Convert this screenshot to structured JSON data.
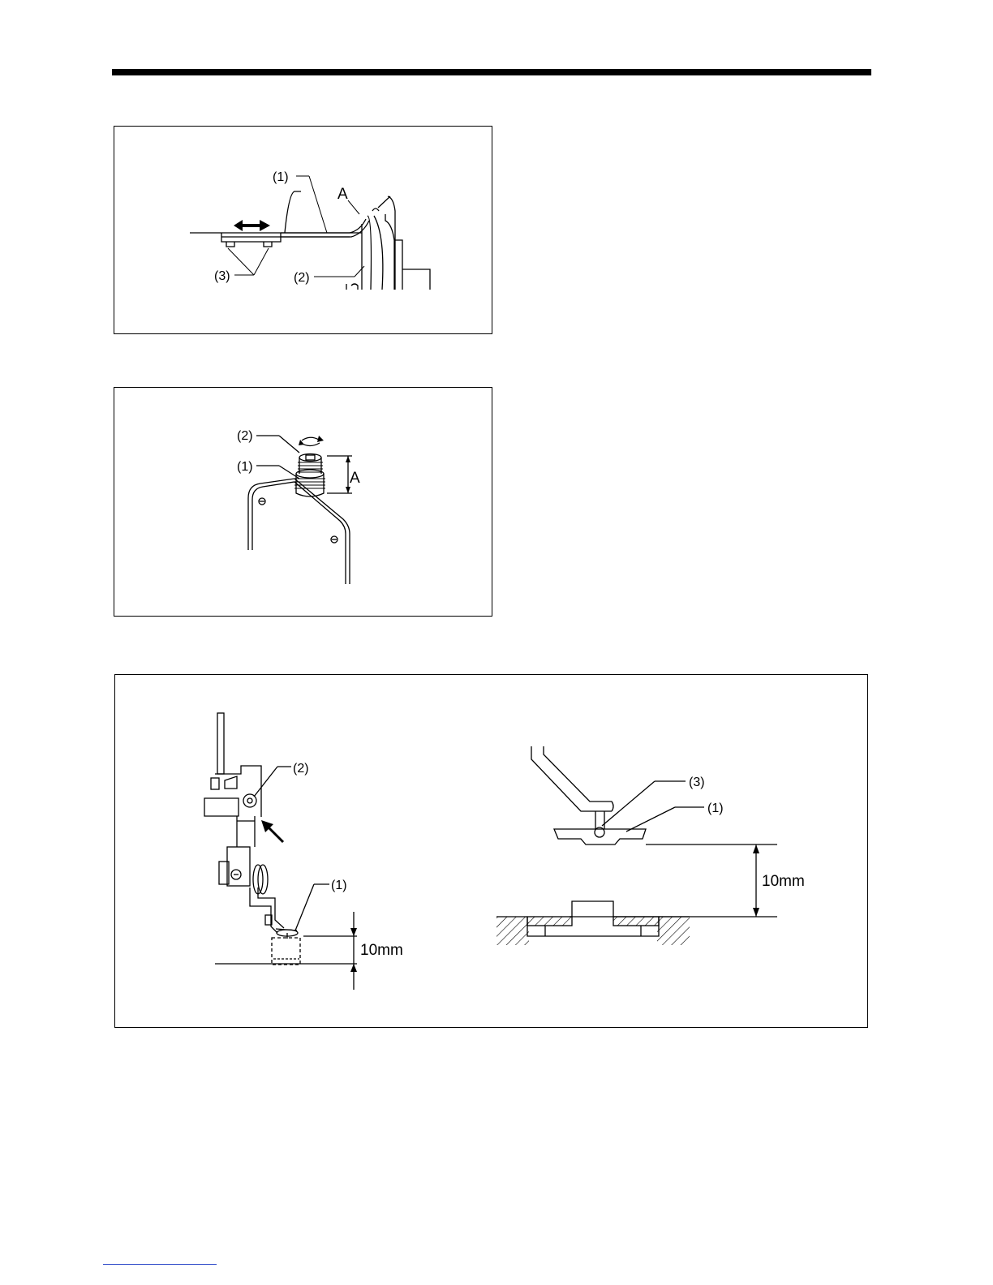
{
  "figure1": {
    "label_1": "(1)",
    "label_2": "(2)",
    "label_3": "(3)",
    "label_a": "A"
  },
  "figure2": {
    "label_1": "(1)",
    "label_2": "(2)",
    "label_a": "A"
  },
  "figure3": {
    "left_label_1": "(1)",
    "left_label_2": "(2)",
    "left_dimension": "10mm",
    "right_label_1": "(1)",
    "right_label_3": "(3)",
    "right_dimension": "10mm"
  },
  "icons": {
    "figure1_arrow": "double-arrow-icon",
    "figure2_rotate": "rotate-arrow-icon",
    "figure3_arrow": "pointer-arrow-icon"
  },
  "colors": {
    "line": "#000000",
    "background": "#ffffff",
    "footer_link": "#2a46c8"
  }
}
